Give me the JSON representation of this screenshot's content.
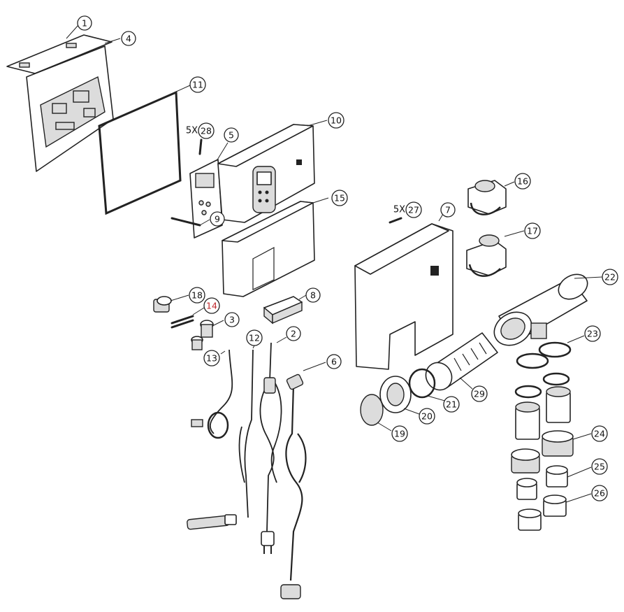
{
  "callouts": [
    {
      "id": "1",
      "label": "1"
    },
    {
      "id": "2",
      "label": "2"
    },
    {
      "id": "3",
      "label": "3"
    },
    {
      "id": "4",
      "label": "4"
    },
    {
      "id": "5",
      "label": "5"
    },
    {
      "id": "6",
      "label": "6"
    },
    {
      "id": "7",
      "label": "7"
    },
    {
      "id": "8",
      "label": "8"
    },
    {
      "id": "9",
      "label": "9"
    },
    {
      "id": "10",
      "label": "10"
    },
    {
      "id": "11",
      "label": "11"
    },
    {
      "id": "12",
      "label": "12"
    },
    {
      "id": "13",
      "label": "13"
    },
    {
      "id": "14",
      "label": "14",
      "color": "#c0282b"
    },
    {
      "id": "15",
      "label": "15"
    },
    {
      "id": "16",
      "label": "16"
    },
    {
      "id": "17",
      "label": "17"
    },
    {
      "id": "18",
      "label": "18"
    },
    {
      "id": "19",
      "label": "19"
    },
    {
      "id": "20",
      "label": "20"
    },
    {
      "id": "21",
      "label": "21"
    },
    {
      "id": "22",
      "label": "22"
    },
    {
      "id": "23",
      "label": "23"
    },
    {
      "id": "24",
      "label": "24"
    },
    {
      "id": "25",
      "label": "25"
    },
    {
      "id": "26",
      "label": "26"
    },
    {
      "id": "27",
      "label": "27",
      "quantity": "5X"
    },
    {
      "id": "28",
      "label": "28",
      "quantity": "5X"
    },
    {
      "id": "29",
      "label": "29"
    }
  ]
}
